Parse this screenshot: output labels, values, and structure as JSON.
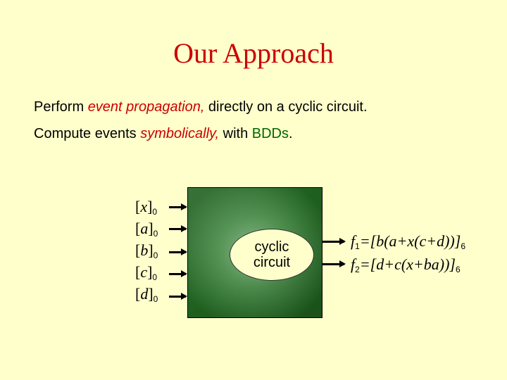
{
  "slide": {
    "title": "Our Approach",
    "background_color": "#FFFFCC",
    "accent_red": "#CC0000",
    "accent_green": "#006600"
  },
  "bullets": [
    {
      "pre": "Perform ",
      "emph": "event propagation,",
      "post": " directly on a cyclic circuit."
    },
    {
      "pre": "Compute events ",
      "emph": "symbolically,",
      "mid": " with ",
      "green": "BDDs",
      "post": "."
    }
  ],
  "diagram": {
    "inputs": [
      {
        "var": "x",
        "sub": "0"
      },
      {
        "var": "a",
        "sub": "0"
      },
      {
        "var": "b",
        "sub": "0"
      },
      {
        "var": "c",
        "sub": "0"
      },
      {
        "var": "d",
        "sub": "0"
      }
    ],
    "block_label_line1": "cyclic",
    "block_label_line2": "circuit",
    "outputs": [
      {
        "name": "f",
        "index": "1",
        "expr": "=[b(a+x(c+d))]",
        "sub": "6"
      },
      {
        "name": "f",
        "index": "2",
        "expr": "=[d+c(x+ba))]",
        "sub": "6"
      }
    ]
  }
}
